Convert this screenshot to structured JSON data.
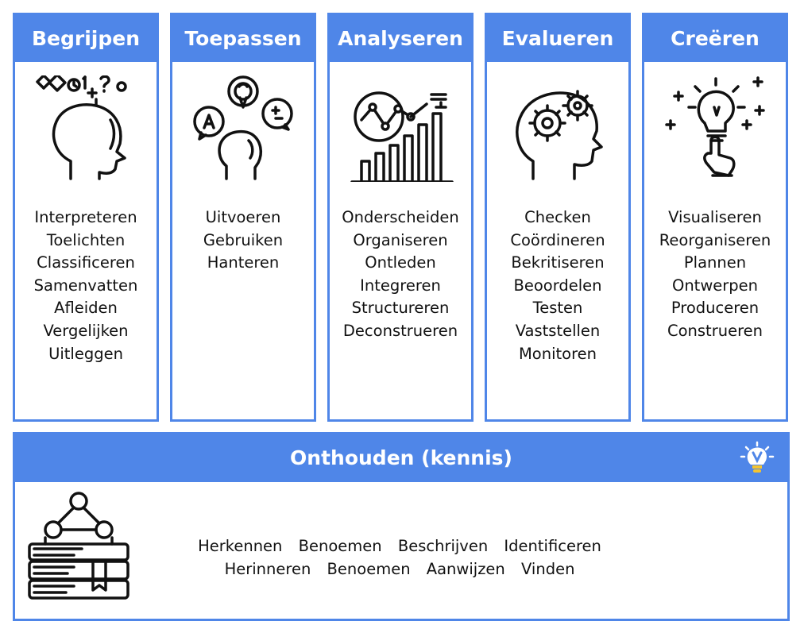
{
  "columns": [
    {
      "title": "Begrijpen",
      "icon": "head-thinking-icon",
      "items": [
        "Interpreteren",
        "Toelichten",
        "Classificeren",
        "Samenvatten",
        "Afleiden",
        "Vergelijken",
        "Uitleggen"
      ]
    },
    {
      "title": "Toepassen",
      "icon": "head-ideas-icon",
      "items": [
        "Uitvoeren",
        "Gebruiken",
        "Hanteren"
      ]
    },
    {
      "title": "Analyseren",
      "icon": "chart-analysis-icon",
      "items": [
        "Onderscheiden",
        "Organiseren",
        "Ontleden",
        "Integreren",
        "Structureren",
        "Deconstrueren"
      ]
    },
    {
      "title": "Evalueren",
      "icon": "head-gears-icon",
      "items": [
        "Checken",
        "Coördineren",
        "Bekritiseren",
        "Beoordelen",
        "Testen",
        "Vaststellen",
        "Monitoren"
      ]
    },
    {
      "title": "Creëren",
      "icon": "hand-lightbulb-icon",
      "items": [
        "Visualiseren",
        "Reorganiseren",
        "Plannen",
        "Ontwerpen",
        "Produceren",
        "Construeren"
      ]
    }
  ],
  "bottom": {
    "title": "Onthouden (kennis)",
    "icon": "books-network-icon",
    "logo": "lightbulb-v-logo",
    "row1": [
      "Herkennen",
      "Benoemen",
      "Beschrijven",
      "Identificeren"
    ],
    "row2": [
      "Herinneren",
      "Benoemen",
      "Aanwijzen",
      "Vinden"
    ]
  },
  "colors": {
    "accent": "#4f86e8",
    "line": "#111111",
    "logo": "#f4c430"
  }
}
